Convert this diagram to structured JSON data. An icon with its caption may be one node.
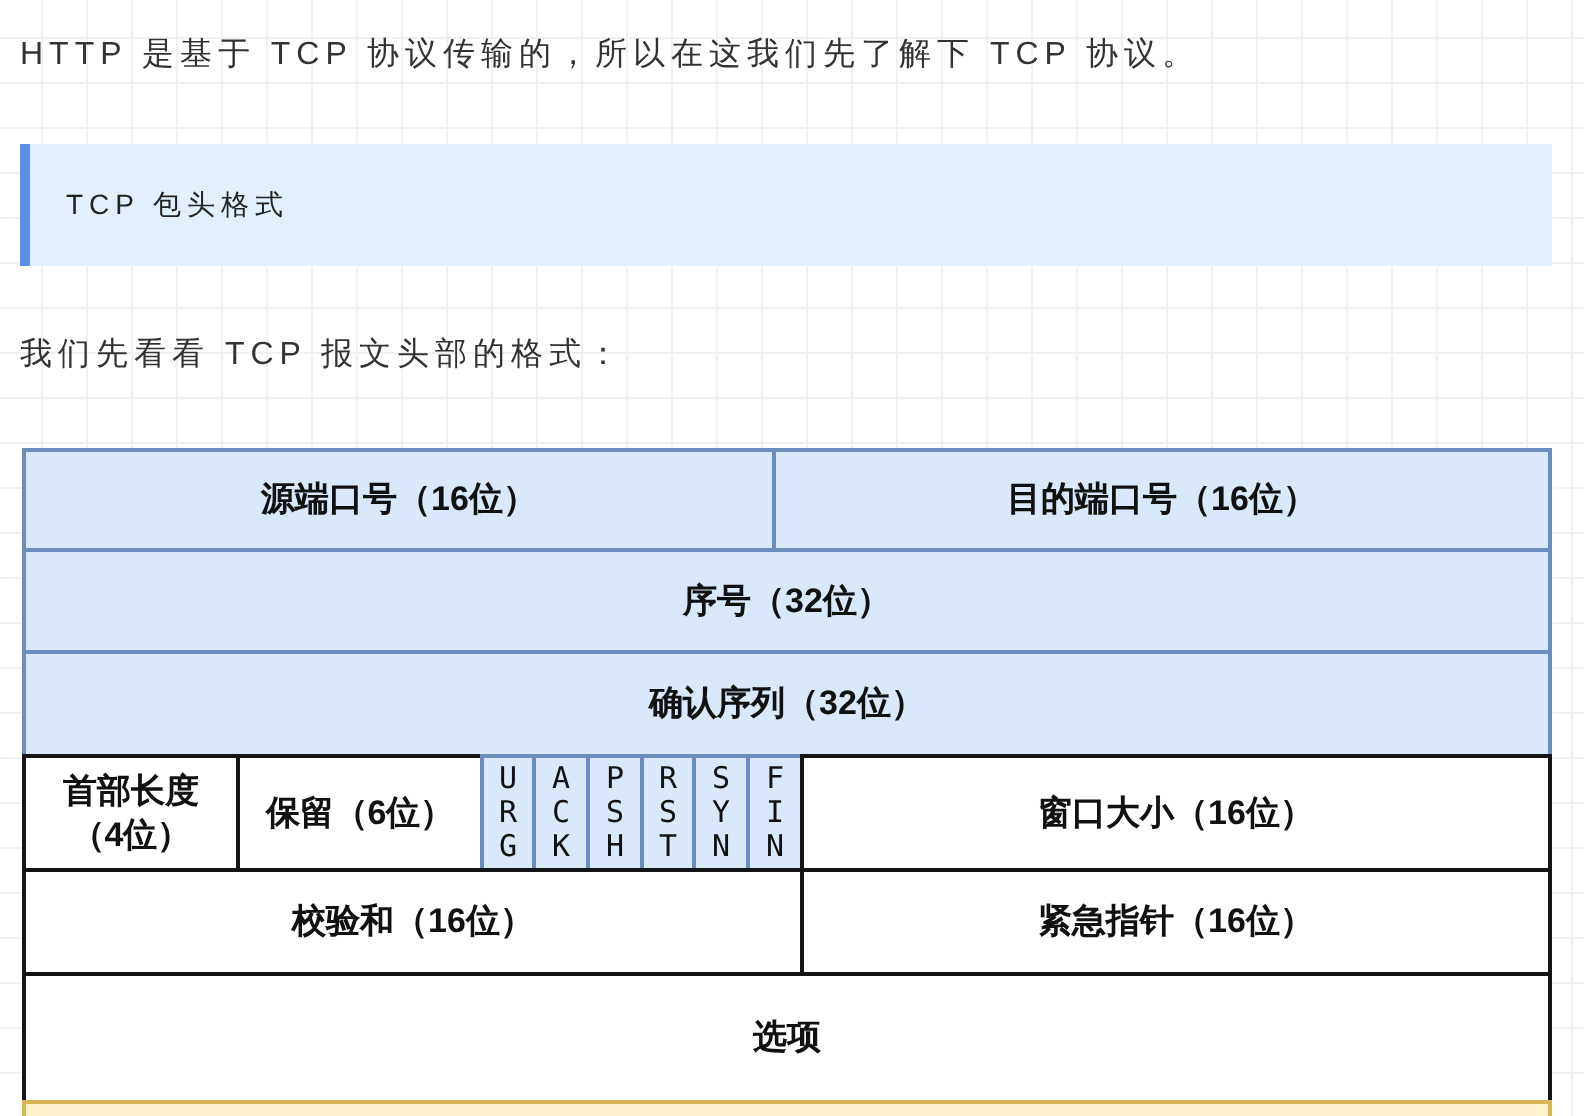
{
  "diagram": {
    "nodes": [
      {
        "text": [
          "TCP 包头格式"
        ]
      },
      {
        "text": [
          "源端口号（16位）"
        ]
      },
      {
        "text": [
          "目的端口号（16位）"
        ]
      },
      {
        "text": [
          "序号（32位）"
        ]
      },
      {
        "text": [
          "确认序列（32位）"
        ]
      },
      {
        "text": [
          "首部长度（4位）"
        ]
      },
      {
        "text": [
          "保留（6位）"
        ]
      },
      {
        "text": [
          "URG"
        ]
      },
      {
        "text": [
          "ACK"
        ]
      },
      {
        "text": [
          "PSH"
        ]
      },
      {
        "text": [
          "RST"
        ]
      },
      {
        "text": [
          "SYN"
        ]
      },
      {
        "text": [
          "FIN"
        ]
      },
      {
        "text": [
          "窗口大小（16位）"
        ]
      },
      {
        "text": [
          "校验和（16位）"
        ]
      },
      {
        "text": [
          "紧急指针（16位）"
        ]
      },
      {
        "text": [
          "选项"
        ]
      },
      {
        "text": [],
        "shape": "bar"
      }
    ],
    "labels": [
      "HTTP 是基于 TCP 协议传输的，所以在这我们先了解下 TCP 协议。",
      "我们先看看 TCP 报文头部的格式："
    ]
  }
}
